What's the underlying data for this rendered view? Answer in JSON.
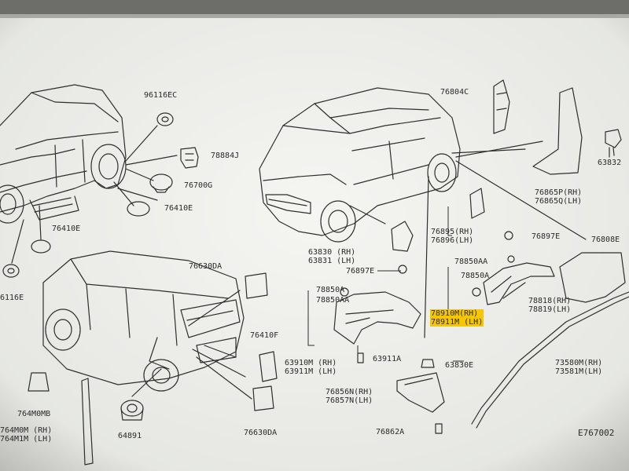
{
  "part_numbers": {
    "p96116ec": "96116EC",
    "p78884j": "78884J",
    "p76700g": "76700G",
    "p76410e_a": "76410E",
    "p76410e_b": "76410E",
    "p6116e": "6116E",
    "p76804c": "76804C",
    "p63832": "63832",
    "p76865p": "76865P(RH)",
    "p76865q": "76865Q(LH)",
    "p63830": "63830 (RH)",
    "p63831": "63831 (LH)",
    "p76897e_a": "76897E",
    "p76895": "76895(RH)",
    "p76896": "76896(LH)",
    "p76897e_b": "76897E",
    "p76808e": "76808E",
    "p78850aa_a": "78850AA",
    "p78850a_a": "78850A",
    "p78850a_b": "78850A",
    "p78850aa_b": "78850AA",
    "p78910m": "78910M(RH)",
    "p78911m": "78911M (LH)",
    "p78818": "78818(RH)",
    "p78819": "78819(LH)",
    "p76630da_a": "76630DA",
    "p76410f": "76410F",
    "p76630da_b": "76630DA",
    "p63910m": "63910M (RH)",
    "p63911m": "63911M (LH)",
    "p63911a": "63911A",
    "p63830e": "63830E",
    "p73580m": "73580M(RH)",
    "p73581m": "73581M(LH)",
    "p76856n": "76856N(RH)",
    "p76857n": "76857N(LH)",
    "p76862a": "76862A",
    "p764m0mb": "764M0MB",
    "p764m0m": "764M0M (RH)",
    "p764m1m": "764M1M (LH)",
    "p64891": "64891"
  },
  "figure_code": "E767002",
  "colors": {
    "paper": "#f4f4f1",
    "ink": "#2a2a2a",
    "highlight": "#f6c700"
  }
}
